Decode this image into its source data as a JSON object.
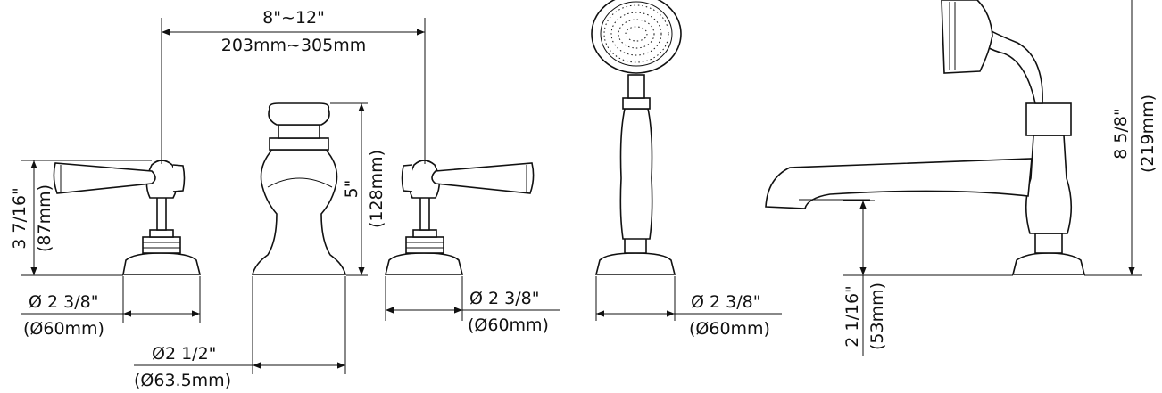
{
  "dimensions": {
    "spread_in": "8\"~12\"",
    "spread_mm": "203mm~305mm",
    "handle_height_in": "3 7/16\"",
    "handle_height_mm": "(87mm)",
    "handle_base_left_in": "Ø 2 3/8\"",
    "handle_base_left_mm": "(Ø60mm)",
    "spout_base_in": "Ø2 1/2\"",
    "spout_base_mm": "(Ø63.5mm)",
    "spout_height_in": "5\"",
    "spout_height_mm": "(128mm)",
    "handle_base_right_in": "Ø 2 3/8\"",
    "handle_base_right_mm": "(Ø60mm)",
    "handshower_base_in": "Ø 2 3/8\"",
    "handshower_base_mm": "(Ø60mm)",
    "spout_clearance_in": "2 1/16\"",
    "spout_clearance_mm": "(53mm)",
    "total_height_in": "8 5/8\"",
    "total_height_mm": "(219mm)"
  }
}
